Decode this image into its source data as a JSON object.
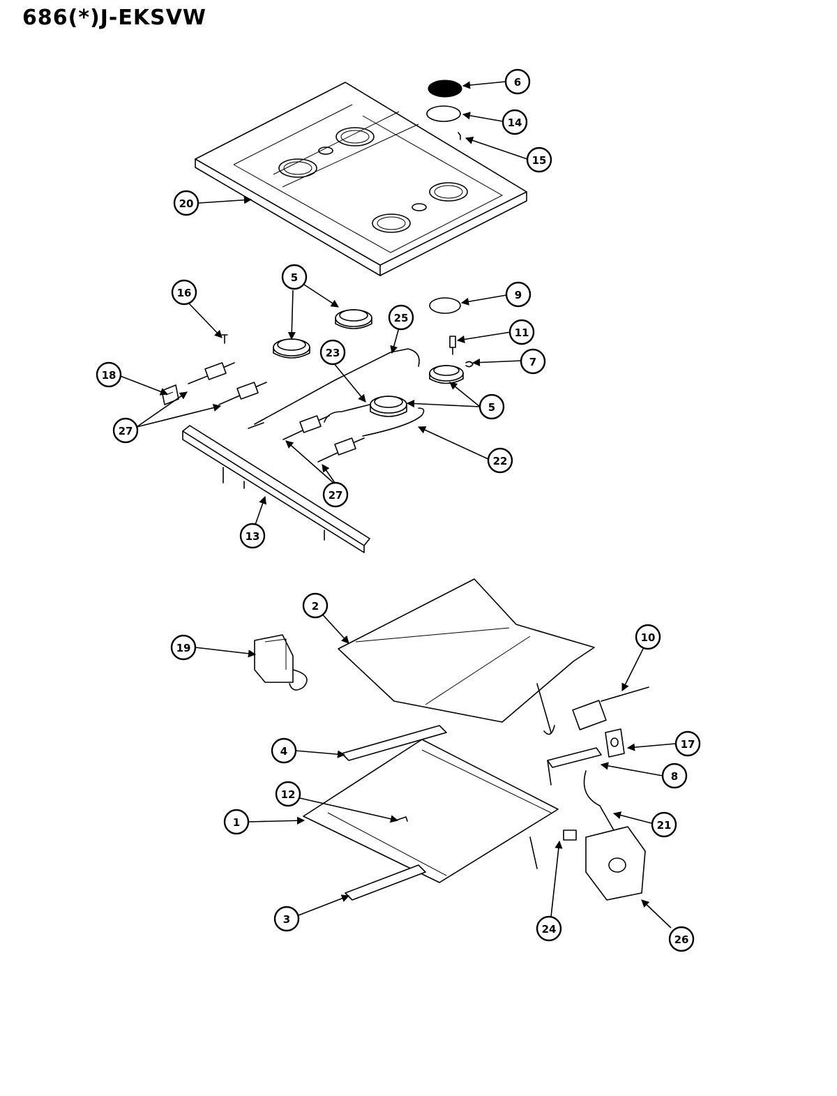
{
  "title": "686(*)J-EKSVW",
  "callouts": [
    {
      "id": "c6",
      "label": "6"
    },
    {
      "id": "c14",
      "label": "14"
    },
    {
      "id": "c15",
      "label": "15"
    },
    {
      "id": "c20",
      "label": "20"
    },
    {
      "id": "c16",
      "label": "16"
    },
    {
      "id": "c5a",
      "label": "5"
    },
    {
      "id": "c9",
      "label": "9"
    },
    {
      "id": "c25",
      "label": "25"
    },
    {
      "id": "c11",
      "label": "11"
    },
    {
      "id": "c23",
      "label": "23"
    },
    {
      "id": "c7",
      "label": "7"
    },
    {
      "id": "c18",
      "label": "18"
    },
    {
      "id": "c5b",
      "label": "5"
    },
    {
      "id": "c27a",
      "label": "27"
    },
    {
      "id": "c22",
      "label": "22"
    },
    {
      "id": "c27b",
      "label": "27"
    },
    {
      "id": "c13",
      "label": "13"
    },
    {
      "id": "c2",
      "label": "2"
    },
    {
      "id": "c19",
      "label": "19"
    },
    {
      "id": "c10",
      "label": "10"
    },
    {
      "id": "c17",
      "label": "17"
    },
    {
      "id": "c4",
      "label": "4"
    },
    {
      "id": "c8",
      "label": "8"
    },
    {
      "id": "c12",
      "label": "12"
    },
    {
      "id": "c21",
      "label": "21"
    },
    {
      "id": "c1",
      "label": "1"
    },
    {
      "id": "c24",
      "label": "24"
    },
    {
      "id": "c3",
      "label": "3"
    },
    {
      "id": "c26",
      "label": "26"
    }
  ]
}
